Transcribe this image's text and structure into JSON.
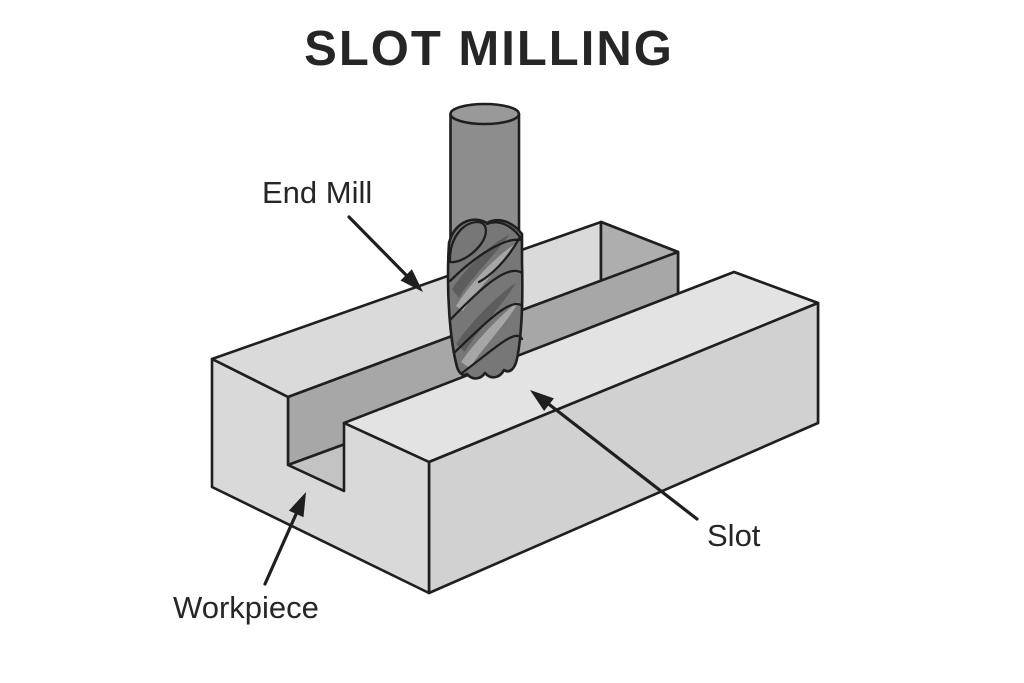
{
  "title": "SLOT MILLING",
  "labels": {
    "end_mill": "End Mill",
    "slot": "Slot",
    "workpiece": "Workpiece"
  },
  "colors": {
    "background": "#ffffff",
    "outline": "#1f1f1f",
    "text": "#262626",
    "left_rail_top": "#dadada",
    "right_rail_top": "#e3e3e3",
    "front_left_face": "#d9d9d9",
    "front_right_face": "#d1d1d1",
    "end_face": "#c7c7c7",
    "left_rail_end_face": "#aeaeae",
    "slot_back_wall": "#a7a7a7",
    "slot_floor": "#c3c3c3",
    "mill_shank": "#8d8d8d",
    "mill_top": "#999999",
    "mill_flutes": "#777777",
    "flute_highlight": "#a6a6a6",
    "flute_shadow": "#5d5d5d",
    "arrow": "#1f1f1f"
  }
}
